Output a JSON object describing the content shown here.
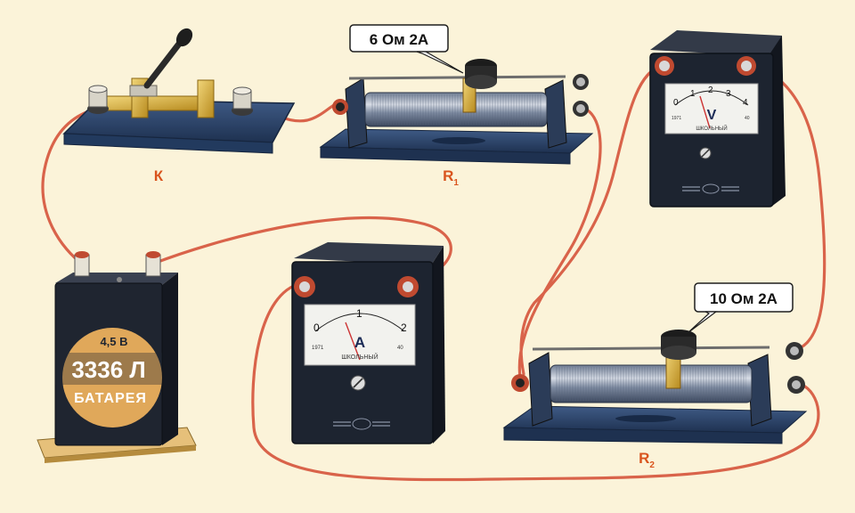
{
  "components": {
    "switch": {
      "label": "К"
    },
    "rheostat1": {
      "label": "R",
      "subscript": "1",
      "tag": "6 Ом 2А"
    },
    "rheostat2": {
      "label": "R",
      "subscript": "2",
      "tag": "10 Ом 2А"
    },
    "battery": {
      "voltage": "4,5 В",
      "model": "3336 Л",
      "band_text": "БАТАРЕЯ"
    },
    "ammeter": {
      "symbol": "A",
      "ticks": [
        "0",
        "1",
        "2"
      ],
      "type_text": "ШКОЛЬНЫЙ",
      "year": "1971",
      "code": "40"
    },
    "voltmeter": {
      "symbol": "V",
      "ticks": [
        "0",
        "1",
        "2",
        "3",
        "4"
      ],
      "type_text": "ШКОЛЬНЫЙ",
      "year": "1971",
      "code": "40"
    }
  },
  "colors": {
    "background": "#fbf3d9",
    "label": "#d9541e",
    "wire": "#d9634a",
    "base": "#2c4466",
    "meter_body": "#1d2430",
    "brass": "#c9a030"
  }
}
